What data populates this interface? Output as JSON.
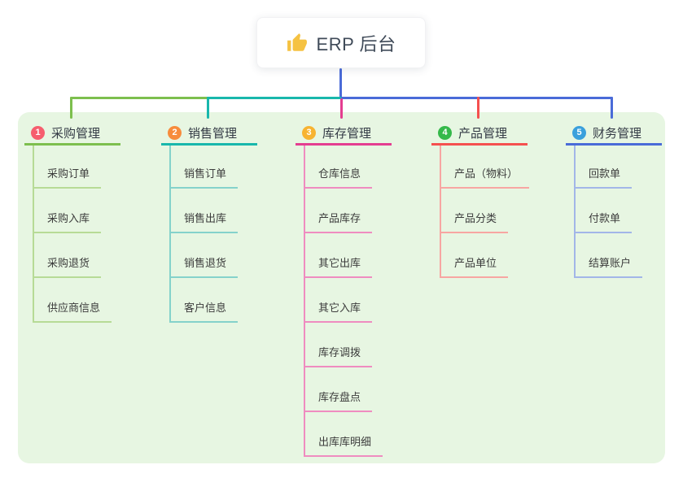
{
  "root": {
    "title": "ERP 后台",
    "icon": "thumbs-up-icon"
  },
  "palette": {
    "page_bg": "#ffffff",
    "panel_bg": "#e7f6e2",
    "root_connector": "#4a6bd8",
    "title_text": "#3f4a58",
    "branch_text": "#333a45",
    "item_text": "#3c3c3c",
    "thumb_icon": "#f5c242"
  },
  "branches": [
    {
      "index": "1",
      "label": "采购管理",
      "badge_color": "#f65e6e",
      "line_color": "#7dbf4e",
      "child_line_color": "#b7db96",
      "children": [
        "采购订单",
        "采购入库",
        "采购退货",
        "供应商信息"
      ]
    },
    {
      "index": "2",
      "label": "销售管理",
      "badge_color": "#f78c3c",
      "line_color": "#18b7ac",
      "child_line_color": "#85d2cb",
      "children": [
        "销售订单",
        "销售出库",
        "销售退货",
        "客户信息"
      ]
    },
    {
      "index": "3",
      "label": "库存管理",
      "badge_color": "#f7b331",
      "line_color": "#e43d90",
      "child_line_color": "#ef8cc0",
      "children": [
        "仓库信息",
        "产品库存",
        "其它出库",
        "其它入库",
        "库存调拨",
        "库存盘点",
        "出库库明细"
      ]
    },
    {
      "index": "4",
      "label": "产品管理",
      "badge_color": "#35b94a",
      "line_color": "#f5504f",
      "child_line_color": "#f7a6a2",
      "children": [
        "产品（物料）",
        "产品分类",
        "产品单位"
      ]
    },
    {
      "index": "5",
      "label": "财务管理",
      "badge_color": "#3aa0dc",
      "line_color": "#4a6bd8",
      "child_line_color": "#a2b6e8",
      "children": [
        "回款单",
        "付款单",
        "结算账户"
      ]
    }
  ]
}
